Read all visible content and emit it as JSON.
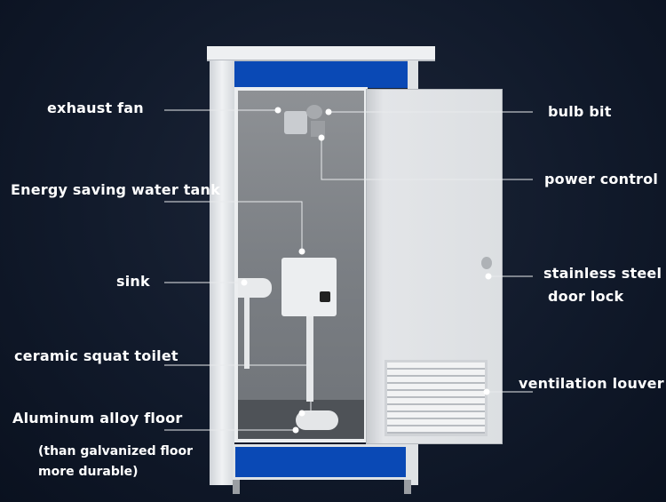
{
  "labels": {
    "exhaust_fan": "exhaust fan",
    "bulb_bit": "bulb bit",
    "power_control": "power control",
    "water_tank": "Energy saving water tank",
    "sink": "sink",
    "door_lock_line1": "stainless steel",
    "door_lock_line2": "door lock",
    "squat_toilet": "ceramic squat toilet",
    "ventilation_louver": "ventilation louver",
    "floor": "Aluminum alloy floor",
    "floor_note_line1": "(than galvanized floor",
    "floor_note_line2": "more durable)"
  },
  "colors": {
    "background": "#111a2b",
    "panel_blue": "#0a49b5",
    "frame": "#e6e8ea",
    "callout": "#ffffff"
  }
}
